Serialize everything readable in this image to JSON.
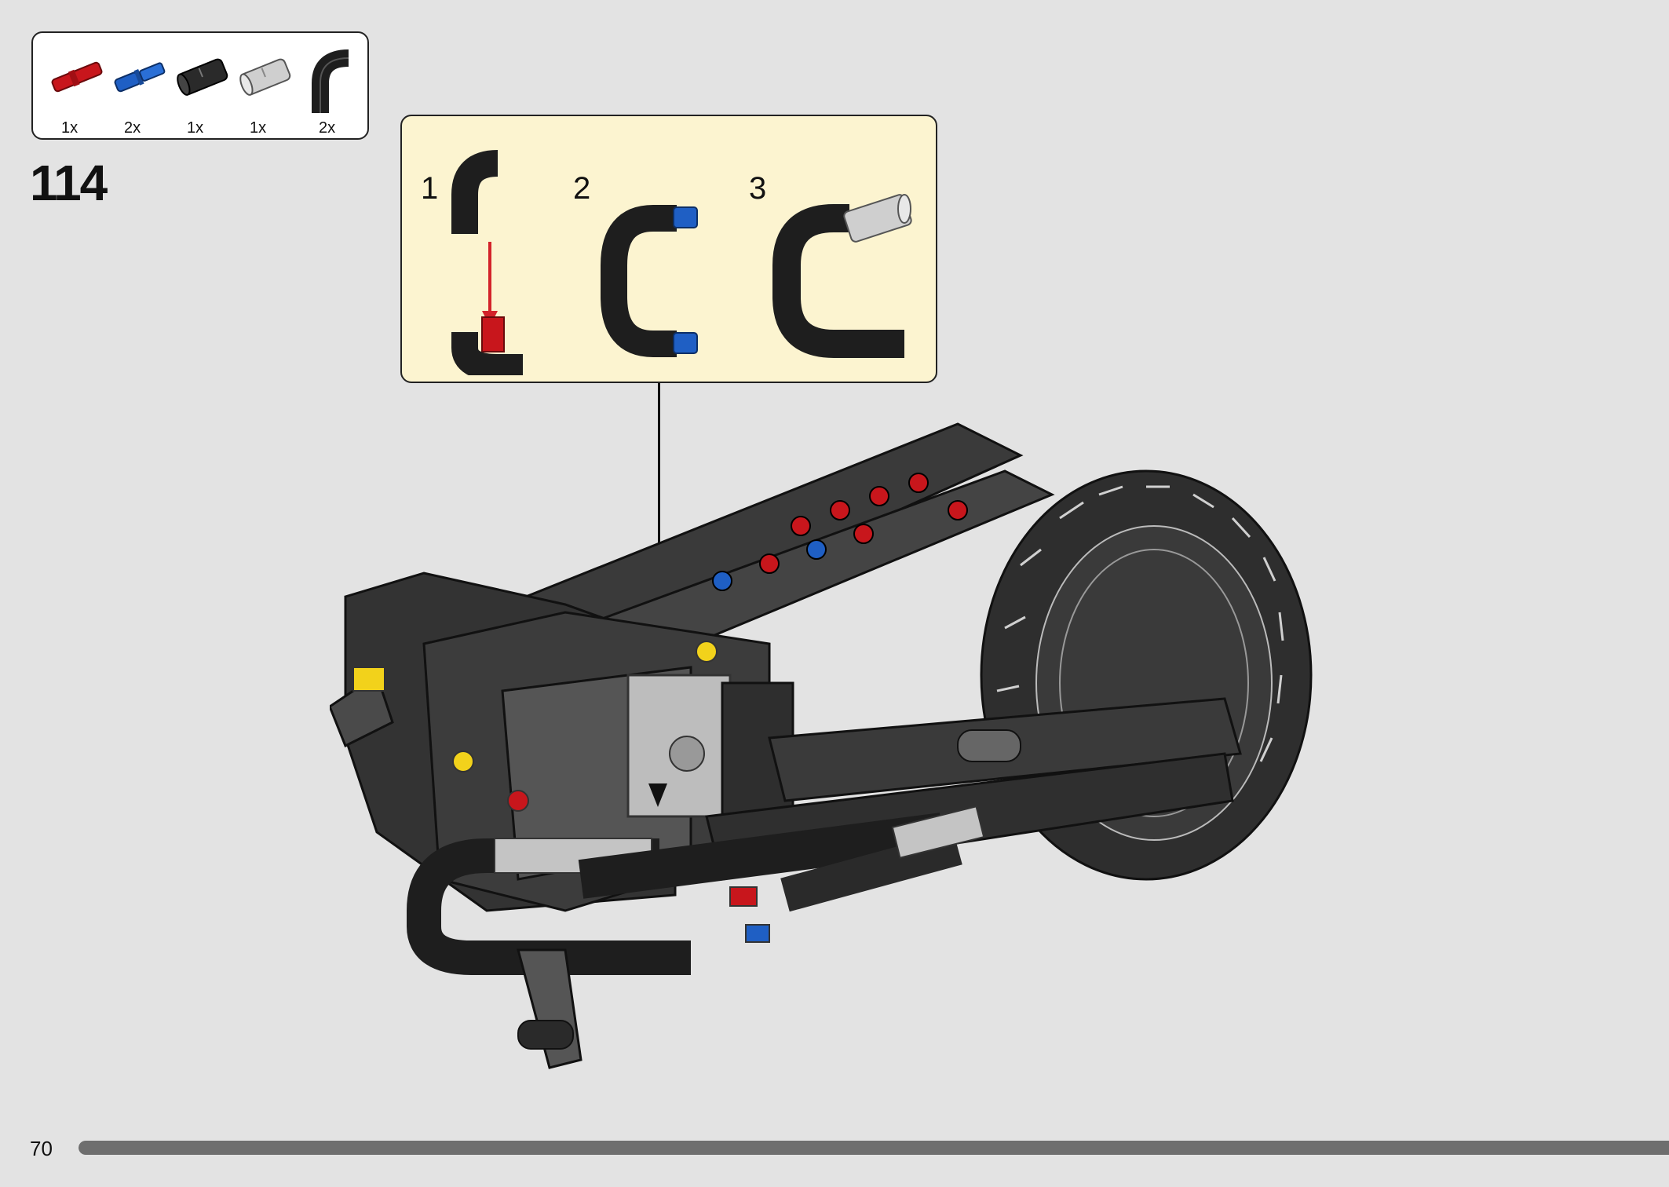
{
  "parts": [
    {
      "name": "red-axle-pin",
      "qty": "1x",
      "color": "#c8161c"
    },
    {
      "name": "blue-axle-pin",
      "qty": "2x",
      "color": "#1f5fc4"
    },
    {
      "name": "black-tube",
      "qty": "1x",
      "color": "#2a2a2a"
    },
    {
      "name": "light-gray-tube",
      "qty": "1x",
      "color": "#c4c4c4"
    },
    {
      "name": "black-curved-hose",
      "qty": "2x",
      "color": "#1e1e1e"
    }
  ],
  "step": {
    "number": "114"
  },
  "substeps": [
    {
      "label": "1"
    },
    {
      "label": "2"
    },
    {
      "label": "3"
    }
  ],
  "page": {
    "number": "70",
    "progress": 1.0
  },
  "colors": {
    "background": "#e3e3e3",
    "callout": "#fcf4d0",
    "arrow": "#d3232a",
    "body": "#333333"
  }
}
